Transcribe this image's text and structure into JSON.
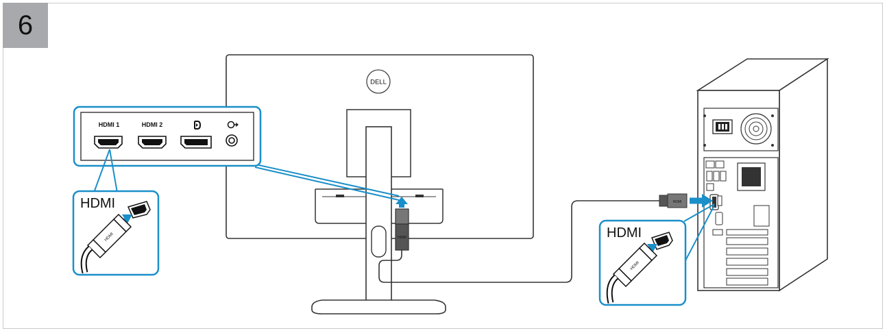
{
  "step": {
    "number": "6"
  },
  "monitor": {
    "brand": "DELL",
    "ports": [
      {
        "label": "HDMI 1",
        "id": "hdmi1"
      },
      {
        "label": "HDMI 2",
        "id": "hdmi2"
      },
      {
        "label": "",
        "id": "displayport",
        "icon": "displayport-icon"
      },
      {
        "label": "",
        "id": "audio-out",
        "icon": "headphone-icon"
      }
    ]
  },
  "cable": {
    "plug_label": "HDMI"
  },
  "callouts": {
    "monitor_side": {
      "label": "HDMI"
    },
    "pc_side": {
      "label": "HDMI"
    }
  },
  "colors": {
    "accent_blue": "#1a8fc9",
    "line_dark": "#333333",
    "badge_gray": "#a7a9ac",
    "frame_border": "#c9c9c9"
  }
}
